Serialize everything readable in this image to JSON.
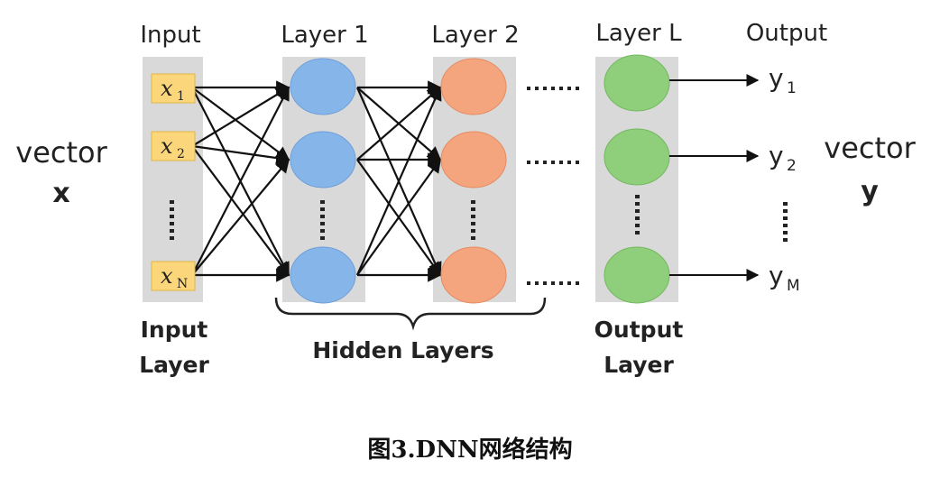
{
  "column_titles": {
    "input": "Input",
    "layer1": "Layer 1",
    "layer2": "Layer 2",
    "layerL": "Layer L",
    "output": "Output"
  },
  "left_vector": {
    "line1": "vector",
    "line2": "x"
  },
  "right_vector": {
    "line1": "vector",
    "line2": "y"
  },
  "inputs": [
    {
      "var": "x",
      "sub": "1"
    },
    {
      "var": "x",
      "sub": "2"
    },
    {
      "var": "x",
      "sub": "N"
    }
  ],
  "outputs": [
    {
      "var": "y",
      "sub": "1"
    },
    {
      "var": "y",
      "sub": "2"
    },
    {
      "var": "y",
      "sub": "M"
    }
  ],
  "bottom_labels": {
    "input_layer_1": "Input",
    "input_layer_2": "Layer",
    "hidden": "Hidden Layers",
    "output_layer_1": "Output",
    "output_layer_2": "Layer"
  },
  "caption": "图3.DNN网络结构",
  "colors": {
    "input_box": "#fcd67a",
    "layer1_node": "#86b5ea",
    "layer2_node": "#f4a57e",
    "output_node": "#8fcf7c",
    "column_bg": "#d9d9d9"
  }
}
